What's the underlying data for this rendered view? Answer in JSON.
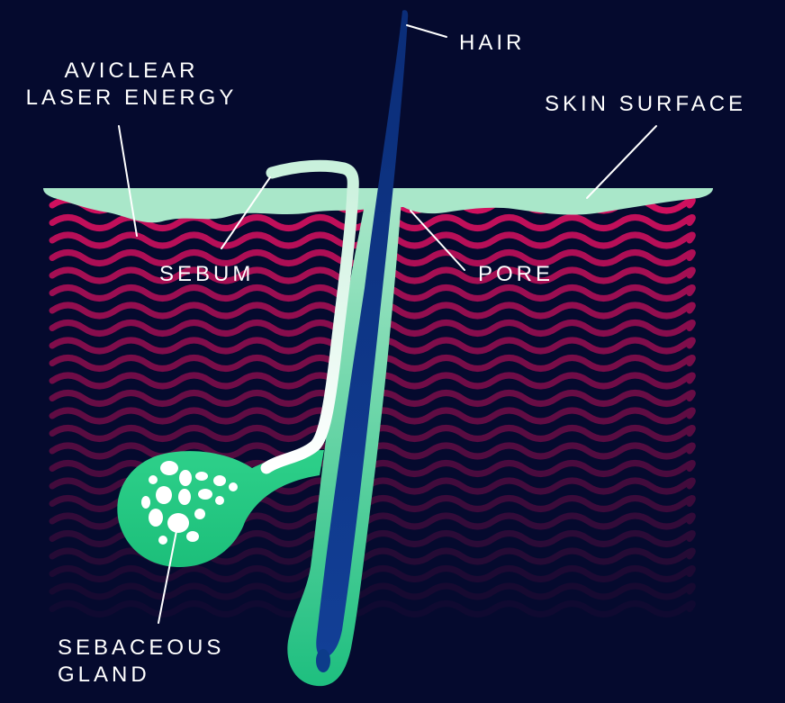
{
  "labels": {
    "hair": "HAIR",
    "laser_line1": "AVICLEAR",
    "laser_line2": "LASER ENERGY",
    "skin_surface": "SKIN SURFACE",
    "sebum": "SEBUM",
    "pore": "PORE",
    "gland_line1": "SEBACEOUS",
    "gland_line2": "GLAND"
  },
  "colors": {
    "background": "#050a2e",
    "laser_wave": "#d0105e",
    "skin_surface": "#a9e7c9",
    "follicle_top": "#a9e7c9",
    "follicle_bottom": "#1ebf7f",
    "hair": "#0d3c8a",
    "sebum": "#e6fbef",
    "leader_line": "#ffffff",
    "label_text": "#ffffff"
  }
}
